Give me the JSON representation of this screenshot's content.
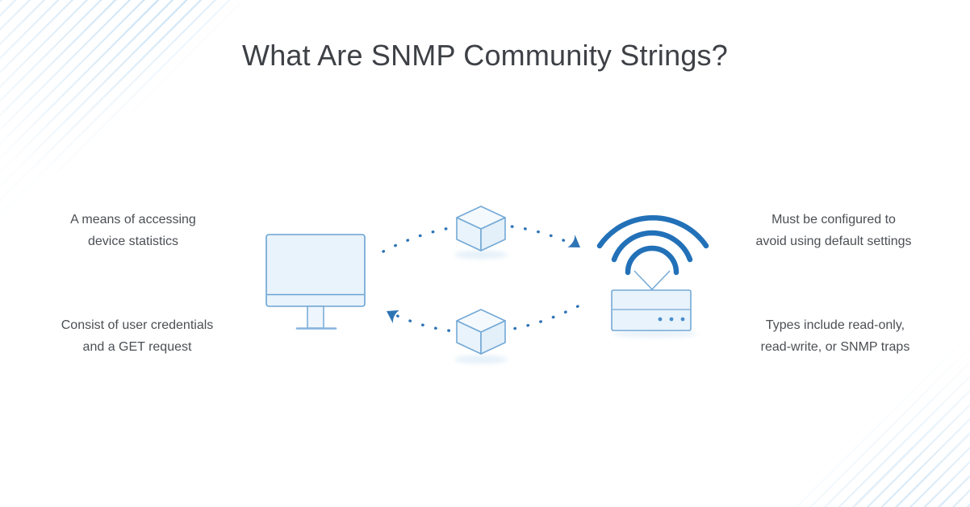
{
  "title": {
    "text": "What Are SNMP Community Strings?"
  },
  "annotations": {
    "top_left": {
      "lines": [
        "A means of accessing",
        "device statistics"
      ]
    },
    "bottom_left": {
      "lines": [
        "Consist of user credentials",
        "and a GET request"
      ]
    },
    "top_right": {
      "lines": [
        "Must be configured to",
        "avoid using default settings"
      ]
    },
    "bottom_right": {
      "lines": [
        "Types include read-only,",
        "read-write, or SNMP traps"
      ]
    }
  },
  "diagram": {
    "icons": {
      "computer": "desktop-monitor-icon",
      "request_packet": "data-packet-cube-icon",
      "response_packet": "data-packet-cube-icon",
      "router": "wireless-router-icon",
      "wifi": "wifi-signal-icon"
    },
    "flow": {
      "request": "computer-to-router",
      "response": "router-to-computer"
    }
  },
  "colors": {
    "accent_blue": "#2271b8",
    "dot_blue": "#2e74b5",
    "outline_blue": "#74a9d6",
    "fill_light_blue": "#e9f3fb",
    "stripe_blue": "#a8d0ee",
    "title_text": "#3d4045",
    "body_text": "#4b4f54"
  }
}
